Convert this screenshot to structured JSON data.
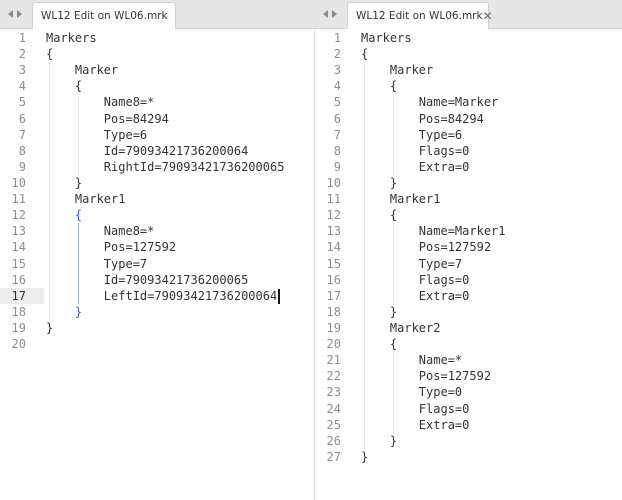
{
  "left_pane": {
    "tab": {
      "title": "WL12 Edit on WL06.mrk",
      "state": "modified"
    },
    "current_line": 17,
    "lines": [
      {
        "n": "1",
        "text": "Markers"
      },
      {
        "n": "2",
        "text": "{"
      },
      {
        "n": "3",
        "text": "    Marker"
      },
      {
        "n": "4",
        "text": "    {"
      },
      {
        "n": "5",
        "text": "        Name8=*"
      },
      {
        "n": "6",
        "text": "        Pos=84294"
      },
      {
        "n": "7",
        "text": "        Type=6"
      },
      {
        "n": "8",
        "text": "        Id=79093421736200064"
      },
      {
        "n": "9",
        "text": "        RightId=79093421736200065"
      },
      {
        "n": "10",
        "text": "    }"
      },
      {
        "n": "11",
        "text": "    Marker1"
      },
      {
        "n": "12",
        "text": "    {",
        "brace_match": true
      },
      {
        "n": "13",
        "text": "        Name8=*"
      },
      {
        "n": "14",
        "text": "        Pos=127592"
      },
      {
        "n": "15",
        "text": "        Type=7"
      },
      {
        "n": "16",
        "text": "        Id=79093421736200065"
      },
      {
        "n": "17",
        "text": "        LeftId=79093421736200064",
        "cursor": true
      },
      {
        "n": "18",
        "text": "    }",
        "brace_match": true
      },
      {
        "n": "19",
        "text": "}"
      },
      {
        "n": "20",
        "text": ""
      }
    ]
  },
  "right_pane": {
    "tab": {
      "title": "WL12 Edit on WL06.mrk",
      "state": "close"
    },
    "lines": [
      {
        "n": "1",
        "text": "Markers"
      },
      {
        "n": "2",
        "text": "{"
      },
      {
        "n": "3",
        "text": "    Marker"
      },
      {
        "n": "4",
        "text": "    {"
      },
      {
        "n": "5",
        "text": "        Name=Marker"
      },
      {
        "n": "6",
        "text": "        Pos=84294"
      },
      {
        "n": "7",
        "text": "        Type=6"
      },
      {
        "n": "8",
        "text": "        Flags=0"
      },
      {
        "n": "9",
        "text": "        Extra=0"
      },
      {
        "n": "10",
        "text": "    }"
      },
      {
        "n": "11",
        "text": "    Marker1"
      },
      {
        "n": "12",
        "text": "    {"
      },
      {
        "n": "13",
        "text": "        Name=Marker1"
      },
      {
        "n": "14",
        "text": "        Pos=127592"
      },
      {
        "n": "15",
        "text": "        Type=7"
      },
      {
        "n": "16",
        "text": "        Flags=0"
      },
      {
        "n": "17",
        "text": "        Extra=0"
      },
      {
        "n": "18",
        "text": "    }"
      },
      {
        "n": "19",
        "text": "    Marker2"
      },
      {
        "n": "20",
        "text": "    {"
      },
      {
        "n": "21",
        "text": "        Name=*"
      },
      {
        "n": "22",
        "text": "        Pos=127592"
      },
      {
        "n": "23",
        "text": "        Type=0"
      },
      {
        "n": "24",
        "text": "        Flags=0"
      },
      {
        "n": "25",
        "text": "        Extra=0"
      },
      {
        "n": "26",
        "text": "    }"
      },
      {
        "n": "27",
        "text": "}"
      }
    ]
  },
  "icons": {
    "nav_back": "chevron-left-icon",
    "nav_forward": "chevron-right-icon",
    "modified": "modified-dot-icon",
    "close": "close-icon"
  },
  "colors": {
    "tabbar_bg": "#e6e6e6",
    "text": "#333333",
    "line_number": "#8e8e8e",
    "brace_match": "#3b5fc0",
    "current_line_gutter": "#ececec"
  }
}
